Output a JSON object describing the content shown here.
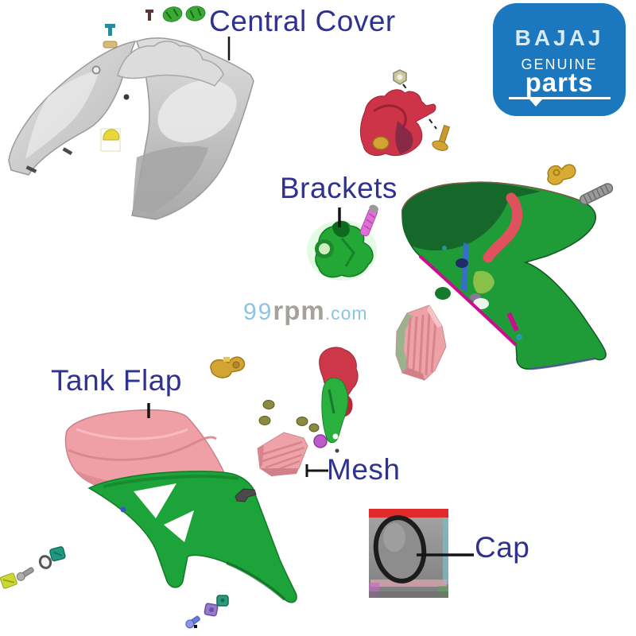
{
  "page": {
    "background": "#ffffff",
    "leader_line_color": "#151515"
  },
  "labels": {
    "color": "#2f3193",
    "central_cover": "Central Cover",
    "brackets": "Brackets",
    "tank_flap": "Tank Flap",
    "mesh": "Mesh",
    "cap": "Cap"
  },
  "watermark": {
    "num": "99",
    "rpm": "rpm",
    "dotcom": ".com",
    "num_color": "#8cc4e6",
    "rpm_color": "#a5a29a"
  },
  "badge": {
    "brand": "BAJAJ",
    "genuine": "GENUINE",
    "parts": "parts",
    "bg_color": "#1b77be",
    "text_color": "#ffffff"
  },
  "parts": [
    {
      "name": "central-cover",
      "color": "#cfcfcf"
    },
    {
      "name": "upper-bracket-red",
      "color": "#cd3448"
    },
    {
      "name": "bracket-green",
      "color": "#23a835"
    },
    {
      "name": "side-cowl-green",
      "color": "#1f9b38"
    },
    {
      "name": "cowl-stripe-red",
      "color": "#e0515e"
    },
    {
      "name": "cowl-trim-magenta",
      "color": "#cc0c8e"
    },
    {
      "name": "tank-flap",
      "color": "#efa0a7"
    },
    {
      "name": "rear-subframe",
      "color": "#1ca339"
    },
    {
      "name": "mesh-small",
      "color": "#eda2a8"
    },
    {
      "name": "mesh-large",
      "color": "#eda2a8"
    },
    {
      "name": "cap-photo",
      "color": "#9a9a9a"
    },
    {
      "name": "fastener-colors",
      "colors": [
        "#d3a433",
        "#3aaa35",
        "#2a8a9a",
        "#bb5cc8",
        "#1f9a82",
        "#6a78d8",
        "#9a78cc",
        "#ccd832",
        "#9a9a9a",
        "#cbc9a2"
      ]
    }
  ]
}
